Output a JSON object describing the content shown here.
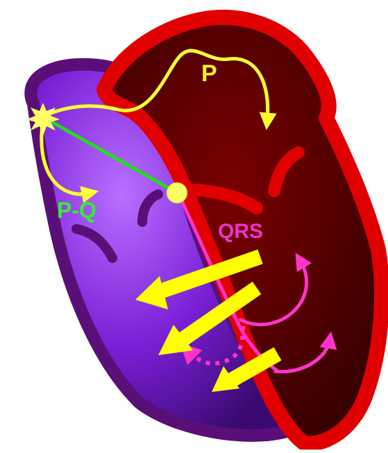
{
  "diagram": {
    "labels": {
      "p_wave": "P",
      "pq_interval": "P-Q",
      "qrs_complex": "QRS"
    },
    "colors": {
      "right_heart": "#7a1fd6",
      "right_heart_border": "#5a0f78",
      "left_heart": "#5c0000",
      "left_heart_border": "#e00000",
      "conduction_path": "#ffff33",
      "av_axis_line": "#22dd22",
      "purkinje_fibers": "#ff33cc",
      "vector_arrows": "#ffff00",
      "label_p": "#ffee33",
      "label_pq": "#33ee33",
      "label_qrs": "#ee33cc"
    },
    "icons": {
      "sa_node": "starburst-icon",
      "av_node": "circle-node-icon"
    }
  }
}
